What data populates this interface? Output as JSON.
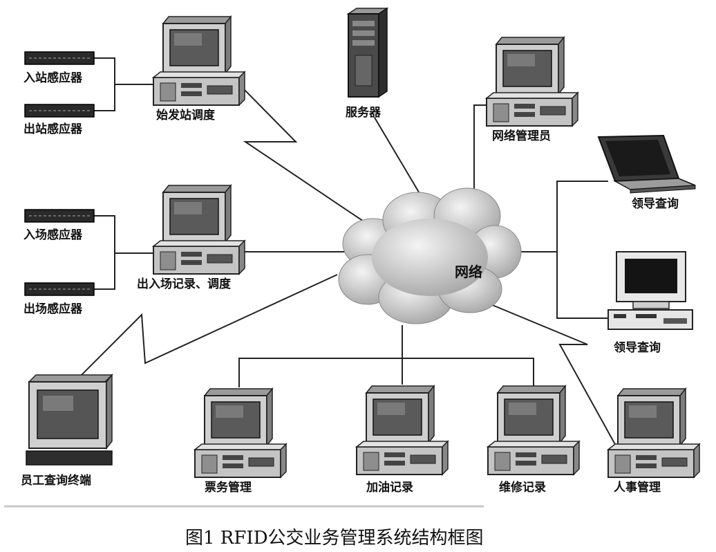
{
  "labels": {
    "entry_sensor": "入站感应器",
    "exit_sensor": "出站感应器",
    "start_dispatch": "始发站调度",
    "server": "服务器",
    "net_admin": "网络管理员",
    "leader_query_1": "领导查询",
    "depot_in_sensor": "入场感应器",
    "depot_out_sensor": "出场感应器",
    "depot_record": "出入场记录、调度",
    "network": "网络",
    "leader_query_2": "领导查询",
    "staff_terminal": "员工查询终端",
    "ticket_mgmt": "票务管理",
    "fuel_record": "加油记录",
    "repair_record": "维修记录",
    "hr_mgmt": "人事管理"
  },
  "caption": "图1   RFID公交业务管理系统结构框图"
}
